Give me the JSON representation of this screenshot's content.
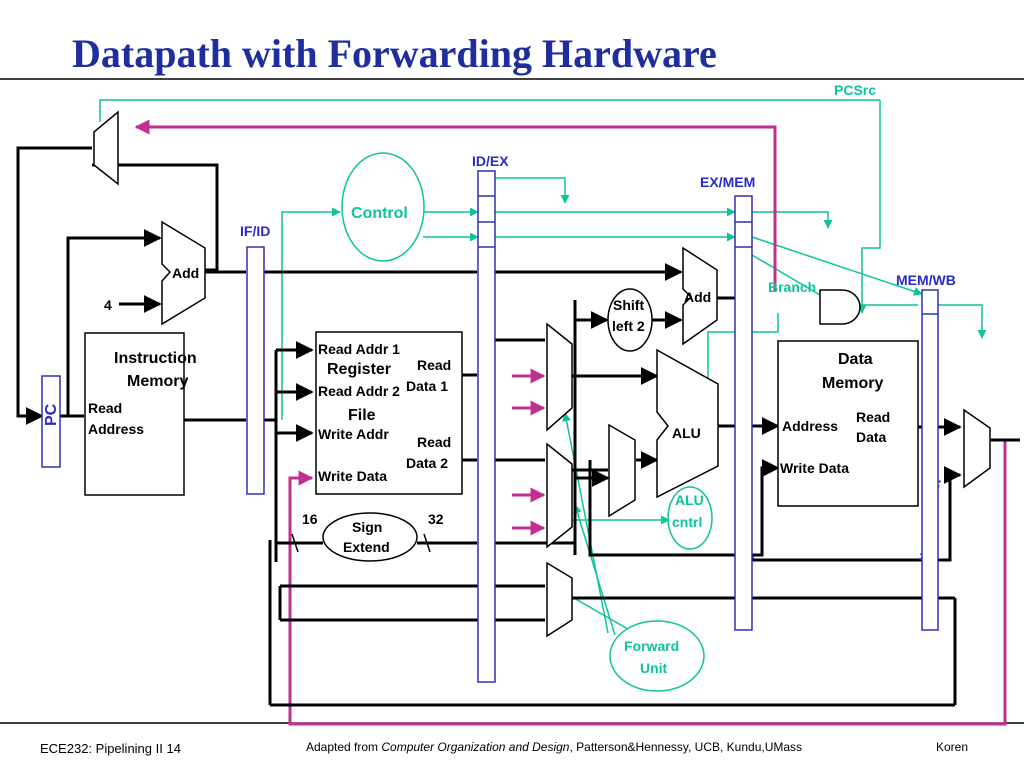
{
  "title": "Datapath with Forwarding Hardware",
  "labels": {
    "pcsrc": "PCSrc",
    "id_ex": "ID/EX",
    "ex_mem": "EX/MEM",
    "if_id": "IF/ID",
    "mem_wb": "MEM/WB",
    "branch": "Branch",
    "control": "Control",
    "add_pc": "Add",
    "add_branch": "Add",
    "four": "4",
    "pc": "PC",
    "im_line1": "Instruction",
    "im_line2": "Memory",
    "im_read1": "Read",
    "im_read2": "Address",
    "rf_read_addr1": "Read Addr 1",
    "rf_register": "Register",
    "rf_read_addr2": "Read Addr 2",
    "rf_file": "File",
    "rf_write_addr": "Write Addr",
    "rf_write_data": "Write Data",
    "rf_read_data1_a": "Read",
    "rf_read_data1_b": "Data 1",
    "rf_read_data2_a": "Read",
    "rf_read_data2_b": "Data 2",
    "shift_1": "Shift",
    "shift_2": "left 2",
    "alu": "ALU",
    "alu_cntrl_1": "ALU",
    "alu_cntrl_2": "cntrl",
    "dm_line1": "Data",
    "dm_line2": "Memory",
    "dm_address": "Address",
    "dm_write_data": "Write Data",
    "dm_read_1": "Read",
    "dm_read_2": "Data",
    "bits16": "16",
    "bits32": "32",
    "sign_1": "Sign",
    "sign_2": "Extend",
    "forward_1": "Forward",
    "forward_2": "Unit"
  },
  "footer": {
    "left": "ECE232: Pipelining II 14",
    "adapted_prefix": "Adapted from ",
    "adapted_book": "Computer Organization and Design",
    "adapted_suffix": ", Patterson&Hennessy, UCB, Kundu,UMass",
    "right": "Koren"
  },
  "colors": {
    "title": "#1f2d9e",
    "stage_label": "#2a2ac8",
    "control": "#10c49a",
    "forward_path": "#c0308e",
    "datapath": "#000000",
    "pipeline_register": "#3030b0"
  }
}
